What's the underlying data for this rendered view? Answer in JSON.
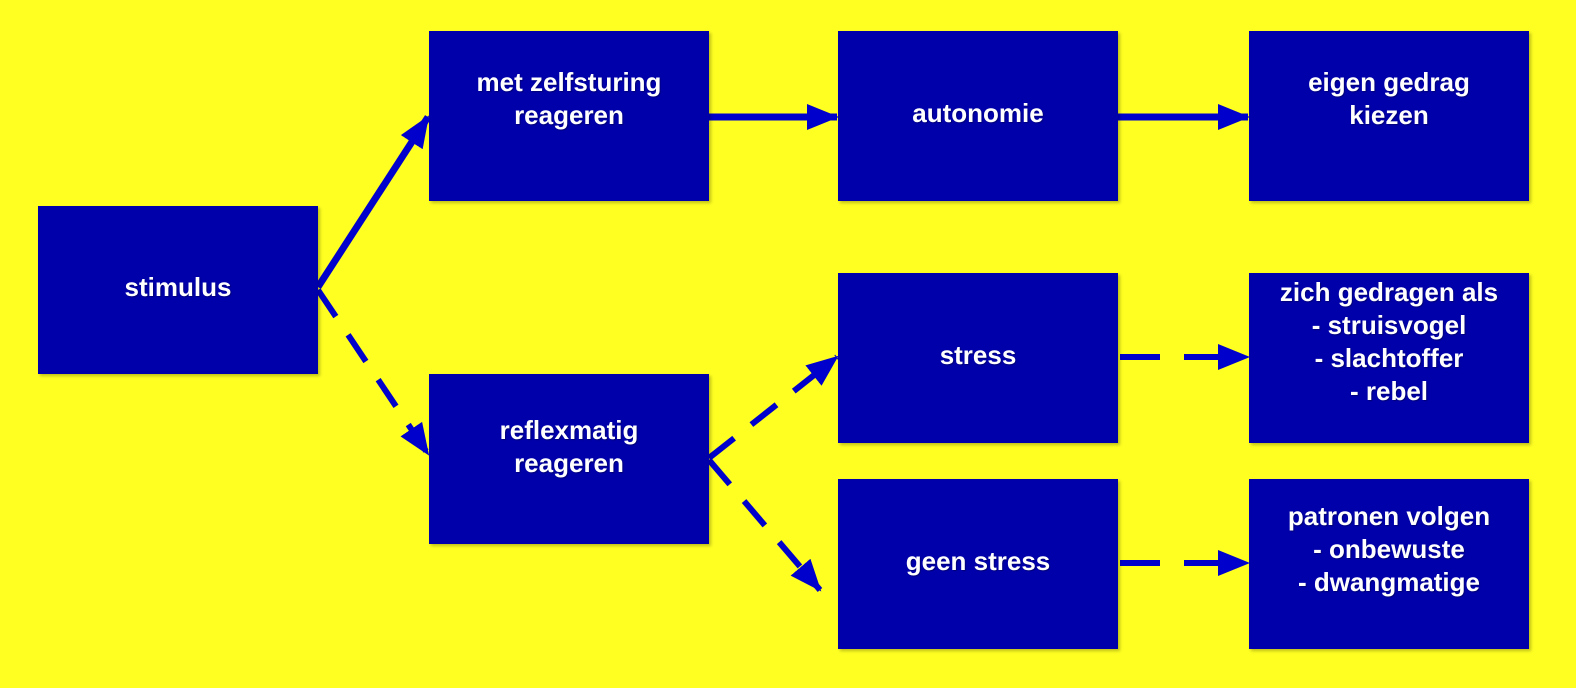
{
  "colors": {
    "background": "#ffff22",
    "box": "#0000aa",
    "arrow": "#0000cc",
    "text": "#ffffff"
  },
  "nodes": {
    "stimulus": "stimulus",
    "zelfsturing": "met zelfsturing\nreageren",
    "autonomie": "autonomie",
    "eigen_gedrag": "eigen gedrag\nkiezen",
    "reflexmatig": "reflexmatig\nreageren",
    "stress": "stress",
    "geen_stress": "geen stress",
    "gedragen": "zich gedragen als\n- struisvogel\n- slachtoffer\n- rebel",
    "patronen": "patronen volgen\n- onbewuste\n- dwangmatige"
  },
  "edges": [
    {
      "from": "stimulus",
      "to": "zelfsturing",
      "style": "solid"
    },
    {
      "from": "zelfsturing",
      "to": "autonomie",
      "style": "solid"
    },
    {
      "from": "autonomie",
      "to": "eigen_gedrag",
      "style": "solid"
    },
    {
      "from": "stimulus",
      "to": "reflexmatig",
      "style": "dashed"
    },
    {
      "from": "reflexmatig",
      "to": "stress",
      "style": "dashed"
    },
    {
      "from": "reflexmatig",
      "to": "geen_stress",
      "style": "dashed"
    },
    {
      "from": "stress",
      "to": "gedragen",
      "style": "dashed"
    },
    {
      "from": "geen_stress",
      "to": "patronen",
      "style": "dashed"
    }
  ]
}
